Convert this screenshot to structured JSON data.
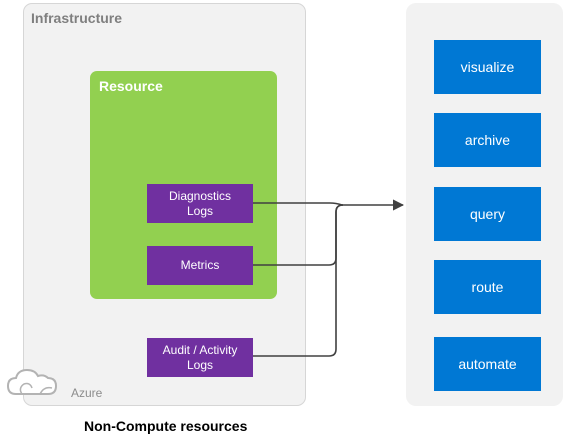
{
  "infrastructure": {
    "title": "Infrastructure"
  },
  "resource": {
    "title": "Resource"
  },
  "sources": [
    {
      "label": "Diagnostics\nLogs"
    },
    {
      "label": "Metrics"
    },
    {
      "label": "Audit / Activity\nLogs"
    }
  ],
  "actions": [
    {
      "label": "visualize"
    },
    {
      "label": "archive"
    },
    {
      "label": "query"
    },
    {
      "label": "route"
    },
    {
      "label": "automate"
    }
  ],
  "azure_label": "Azure",
  "caption": "Non-Compute resources",
  "colors": {
    "infra_panel": "#f2f2f2",
    "resource": "#92d050",
    "source_box": "#7030a0",
    "action_box": "#0078d4",
    "connector": "#404040"
  }
}
